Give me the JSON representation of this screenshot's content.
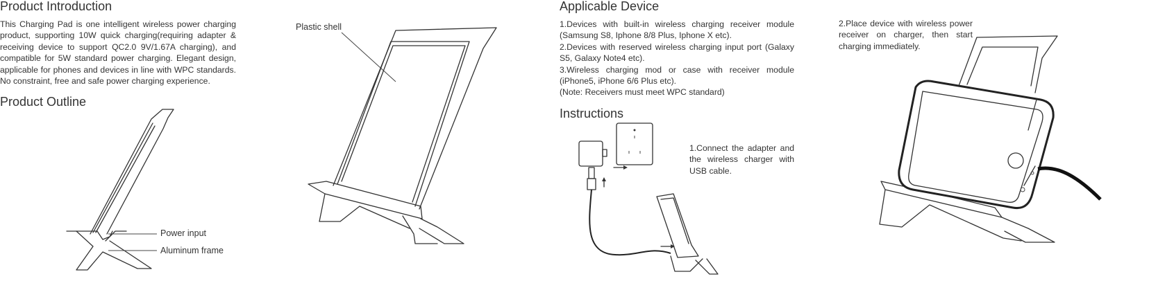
{
  "intro": {
    "title": "Product Introduction",
    "body": "This Charging Pad is one intelligent wireless power charging product, supporting 10W quick charging(requiring adapter & receiving device to support QC2.0 9V/1.67A charging), and compatible for 5W standard power charging. Elegant design, applicable for phones and devices in line with WPC standards. No constraint, free and safe power charging experience."
  },
  "outline": {
    "title": "Product Outline",
    "labels": {
      "power_input": "Power input",
      "aluminum_frame": "Aluminum frame",
      "plastic_shell": "Plastic shell"
    }
  },
  "devices": {
    "title": "Applicable Device",
    "items": [
      "1.Devices with built-in wireless charging receiver module (Samsung S8, Iphone 8/8 Plus, Iphone X etc).",
      "2.Devices with reserved wireless charging input port (Galaxy S5, Galaxy Note4 etc).",
      "3.Wireless charging mod or case with receiver module (iPhone5, iPhone 6/6 Plus etc).",
      "(Note:  Receivers must meet WPC standard)"
    ]
  },
  "instructions": {
    "title": "Instructions",
    "step1": "1.Connect the adapter and the wireless charger with USB cable.",
    "step2": "2.Place device with wireless power receiver on charger, then start charging immediately."
  }
}
